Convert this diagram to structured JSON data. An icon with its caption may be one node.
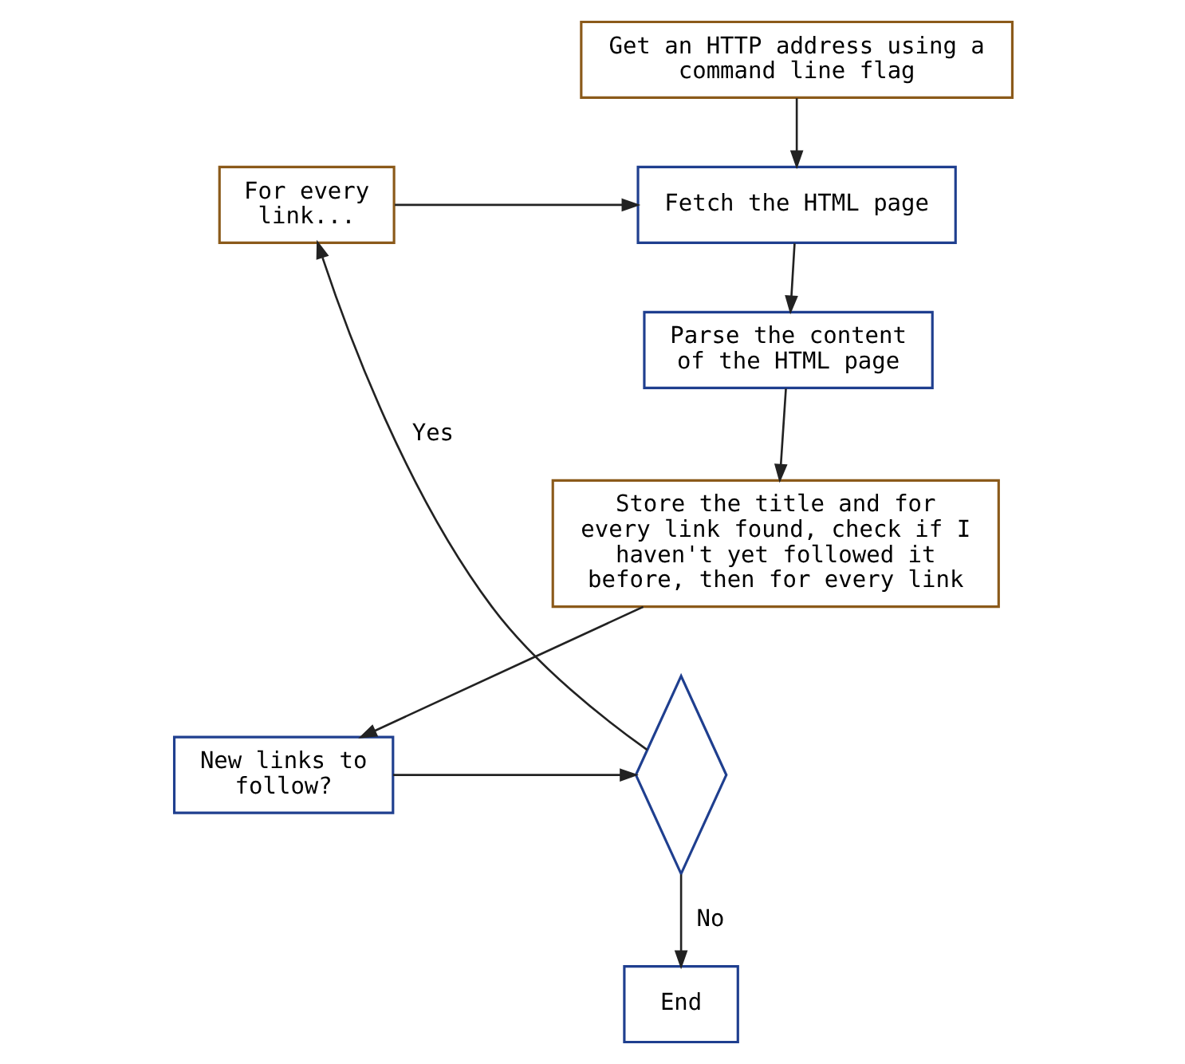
{
  "diagram": {
    "nodes": [
      {
        "text": [
          "Get an HTTP address using a command line flag"
        ]
      },
      {
        "text": [
          "Fetch the HTML page"
        ]
      },
      {
        "text": [
          "For every link..."
        ]
      },
      {
        "text": [
          "Parse the content of the HTML page"
        ]
      },
      {
        "text": [
          "Store the title and for every link found, check if I haven't yet followed it before, then for every link"
        ]
      },
      {
        "text": [
          "New links to follow?"
        ]
      },
      {
        "text": [],
        "shape": "diamond"
      },
      {
        "text": [
          "End"
        ]
      }
    ],
    "edges": [
      {
        "from": 0,
        "to": 1,
        "arrow": "to"
      },
      {
        "from": 2,
        "to": 1,
        "arrow": "to"
      },
      {
        "from": 1,
        "to": 3,
        "arrow": "to"
      },
      {
        "from": 3,
        "to": 4,
        "arrow": "to"
      },
      {
        "from": 4,
        "to": 5,
        "arrow": "to"
      },
      {
        "from": 5,
        "to": 6,
        "arrow": "to"
      },
      {
        "from": 6,
        "to": 2,
        "arrow": "to",
        "label": "Yes"
      },
      {
        "from": 6,
        "to": 7,
        "arrow": "to",
        "label": "No"
      }
    ]
  }
}
